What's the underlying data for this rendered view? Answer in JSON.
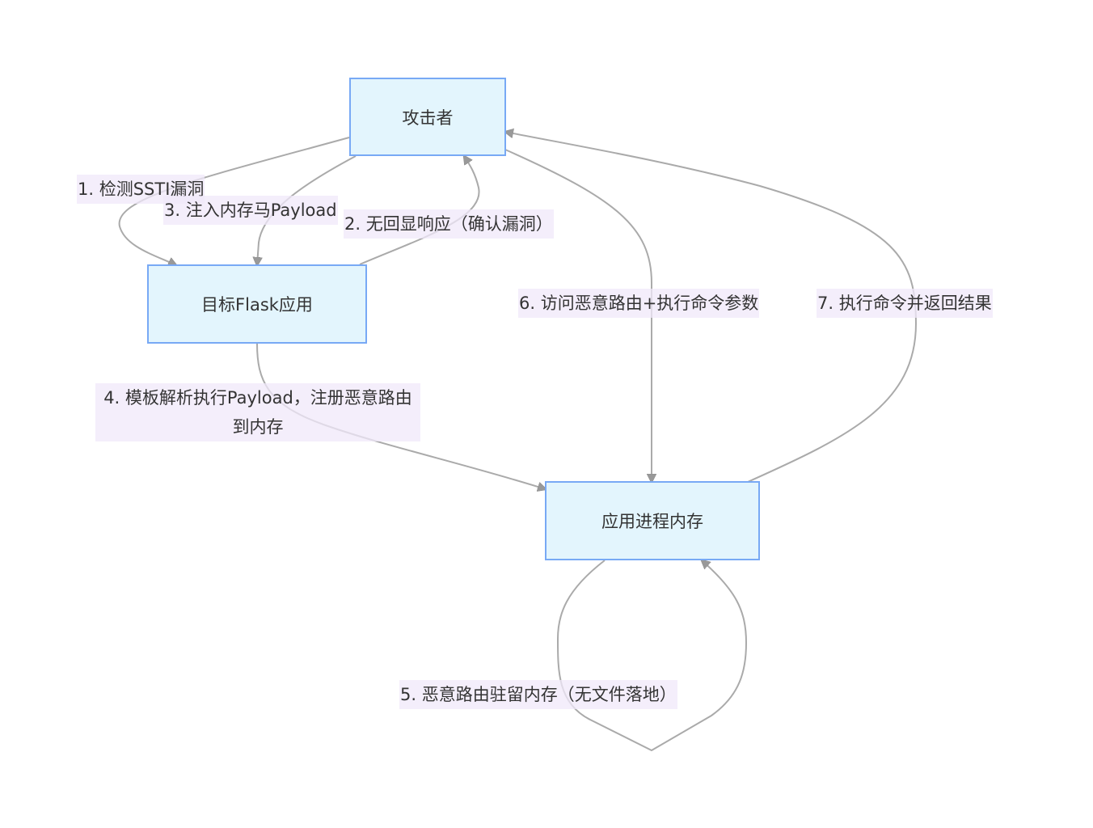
{
  "diagram": {
    "type": "flowchart",
    "colors": {
      "node_fill": "#e3f5fd",
      "node_border": "#78a9f5",
      "edge": "#aaaaaa",
      "arrow": "#999999",
      "label_bg": "#f3eefb",
      "text": "#333333"
    },
    "nodes": [
      {
        "id": "attacker",
        "label": "攻击者"
      },
      {
        "id": "flask",
        "label": "目标Flask应用"
      },
      {
        "id": "memory",
        "label": "应用进程内存"
      }
    ],
    "edges": [
      {
        "from": "attacker",
        "to": "flask",
        "label": "1. 检测SSTI漏洞"
      },
      {
        "from": "flask",
        "to": "attacker",
        "label": "2. 无回显响应（确认漏洞）"
      },
      {
        "from": "attacker",
        "to": "flask",
        "label": "3. 注入内存马Payload"
      },
      {
        "from": "flask",
        "to": "memory",
        "label": "4. 模板解析执行Payload，注册恶意路由到内存"
      },
      {
        "from": "memory",
        "to": "memory",
        "label": "5. 恶意路由驻留内存（无文件落地）"
      },
      {
        "from": "attacker",
        "to": "memory",
        "label": "6. 访问恶意路由+执行命令参数"
      },
      {
        "from": "memory",
        "to": "attacker",
        "label": "7. 执行命令并返回结果"
      }
    ]
  }
}
